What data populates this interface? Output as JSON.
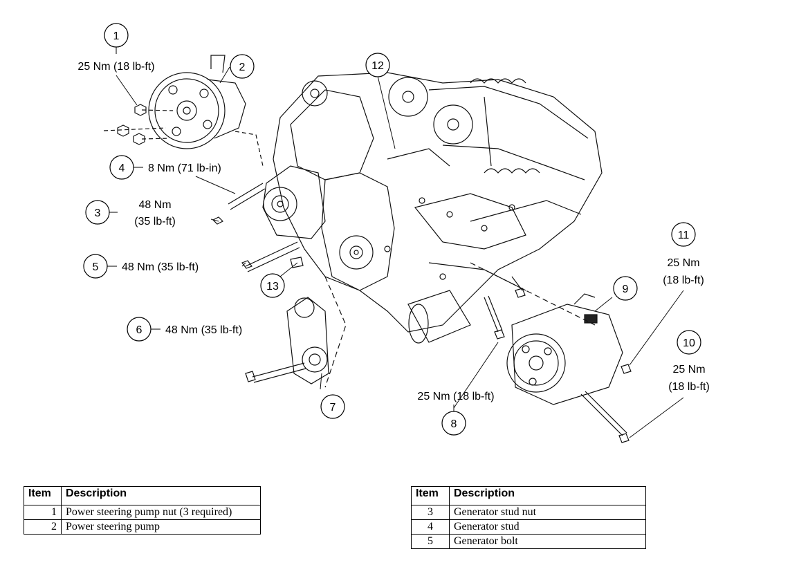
{
  "callouts": [
    {
      "num": "1",
      "torque": [
        "25 Nm (18 lb-ft)"
      ]
    },
    {
      "num": "2",
      "torque": []
    },
    {
      "num": "3",
      "torque": [
        "48 Nm",
        "(35 lb-ft)"
      ]
    },
    {
      "num": "4",
      "torque": [
        "8 Nm (71 lb-in)"
      ]
    },
    {
      "num": "5",
      "torque": [
        "48 Nm (35 lb-ft)"
      ]
    },
    {
      "num": "6",
      "torque": [
        "48 Nm (35 lb-ft)"
      ]
    },
    {
      "num": "7",
      "torque": []
    },
    {
      "num": "8",
      "torque": [
        "25 Nm (18 lb-ft)"
      ]
    },
    {
      "num": "9",
      "torque": []
    },
    {
      "num": "10",
      "torque": [
        "25 Nm",
        "(18 lb-ft)"
      ]
    },
    {
      "num": "11",
      "torque": [
        "25 Nm",
        "(18 lb-ft)"
      ]
    },
    {
      "num": "12",
      "torque": []
    },
    {
      "num": "13",
      "torque": []
    }
  ],
  "table_left": {
    "headers": [
      "Item",
      "Description"
    ],
    "rows": [
      {
        "item": "1",
        "description": "Power steering pump nut (3 required)"
      },
      {
        "item": "2",
        "description": "Power steering pump"
      }
    ]
  },
  "table_right": {
    "headers": [
      "Item",
      "Description"
    ],
    "rows": [
      {
        "item": "3",
        "description": "Generator stud nut"
      },
      {
        "item": "4",
        "description": "Generator stud"
      },
      {
        "item": "5",
        "description": "Generator bolt"
      }
    ]
  }
}
